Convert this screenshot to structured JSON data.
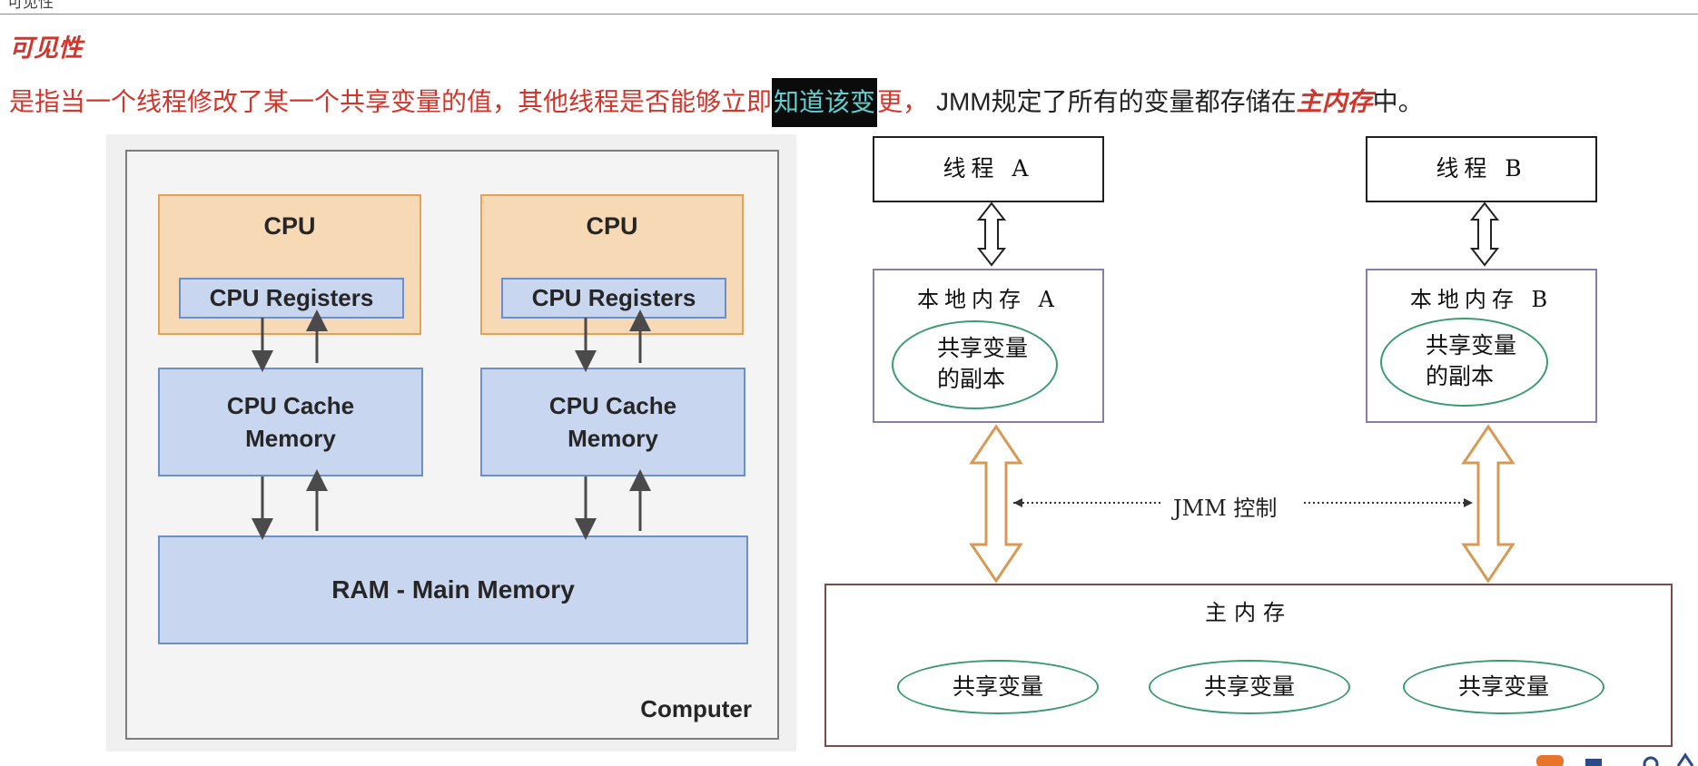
{
  "header": {
    "top_cut_text": "可见性",
    "section_title": "可见性",
    "intro": {
      "part1": "是指当一个线程修改了某一个共享变量的值，其他线程是否能够立即",
      "selected": "知道该变",
      "part2": "更，",
      "part3": "JMM",
      "part4": "规定了所有的变量都存储在",
      "emphasis": "主内存",
      "part5": "中。"
    }
  },
  "computer_diagram": {
    "cpus": [
      {
        "label": "CPU",
        "registers": "CPU Registers",
        "cache_line1": "CPU Cache",
        "cache_line2": "Memory"
      },
      {
        "label": "CPU",
        "registers": "CPU Registers",
        "cache_line1": "CPU Cache",
        "cache_line2": "Memory"
      }
    ],
    "ram": "RAM - Main Memory",
    "computer": "Computer"
  },
  "jmm_diagram": {
    "thread_a": "线程 A",
    "thread_b": "线程 B",
    "local_a": "本地内存 A",
    "local_b": "本地内存 B",
    "copy_line1": "共享变量",
    "copy_line2": "的副本",
    "control": "JMM 控制",
    "main_memory": "主内存",
    "shared_vars": [
      "共享变量",
      "共享变量",
      "共享变量"
    ]
  },
  "colors": {
    "title_red": "#d2352b",
    "cpu_fill": "#f8d9b5",
    "memory_fill": "#c8d6f0",
    "ellipse_stroke": "#3a9a73",
    "control_arrow": "#d79a55",
    "selection_bg": "#0b0b0b"
  }
}
